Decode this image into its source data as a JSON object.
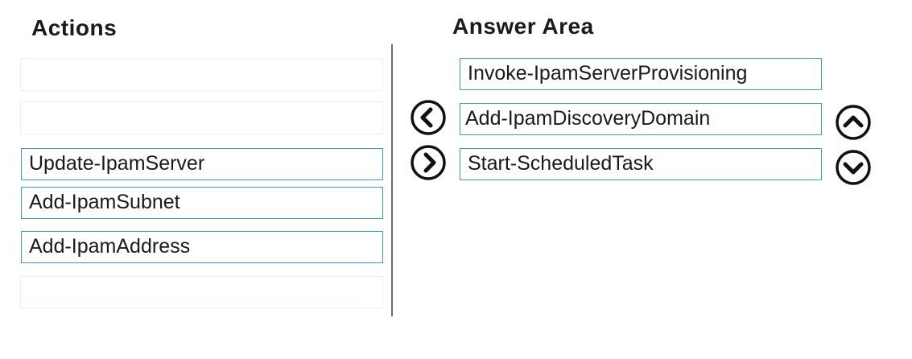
{
  "actions": {
    "title": "Actions",
    "items": [
      "",
      "",
      "Update-IpamServer",
      "Add-IpamSubnet",
      "Add-IpamAddress",
      ""
    ]
  },
  "answer": {
    "title": "Answer Area",
    "items": [
      "Invoke-IpamServerProvisioning",
      "Add-IpamDiscoveryDomain",
      "Start-ScheduledTask"
    ]
  },
  "controls": {
    "move_left": "arrow-left-icon",
    "move_right": "arrow-right-icon",
    "move_up": "arrow-up-icon",
    "move_down": "arrow-down-icon"
  },
  "colors": {
    "slot_border": "#3c9ad0",
    "empty_slot_border": "#e1f3f8",
    "divider": "#6b6b6b"
  }
}
